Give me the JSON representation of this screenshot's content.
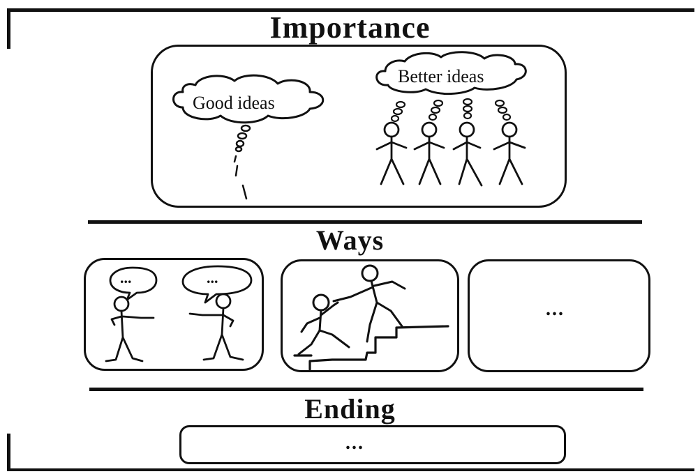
{
  "sections": {
    "importance": {
      "heading": "Importance",
      "left_cloud": "Good ideas",
      "right_cloud": "Better ideas"
    },
    "ways": {
      "heading": "Ways",
      "bubble_left": "...",
      "bubble_right": "...",
      "third_box": "..."
    },
    "ending": {
      "heading": "Ending",
      "box_text": "..."
    }
  },
  "icons": [
    "thought-cloud-icon",
    "stick-figure-icon",
    "speech-bubble-icon",
    "stairs-icon"
  ]
}
